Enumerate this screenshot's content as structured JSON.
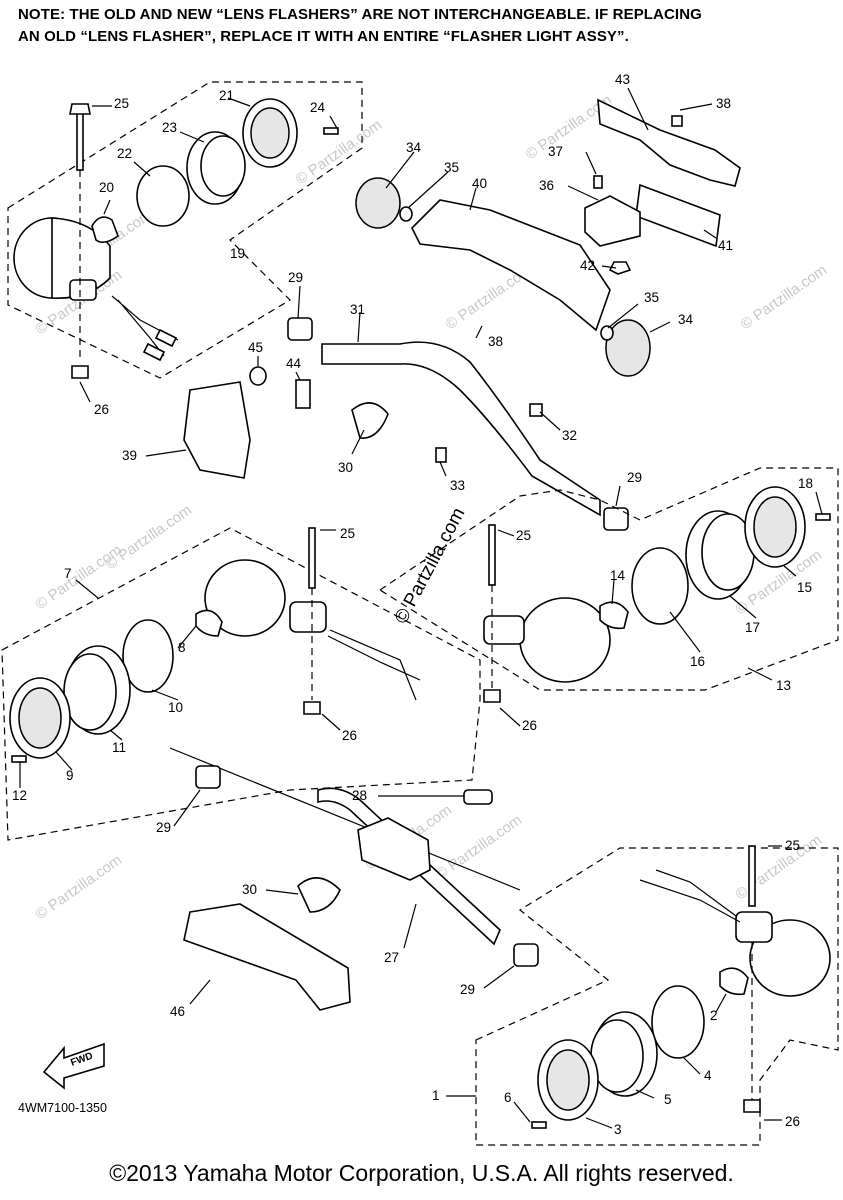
{
  "note": {
    "line1": "NOTE: THE OLD AND NEW “LENS FLASHERS” ARE NOT INTERCHANGEABLE. IF REPLACING",
    "line2": "AN OLD “LENS FLASHER”, REPLACE IT WITH AN ENTIRE “FLASHER LIGHT ASSY”."
  },
  "diagram_code": "4WM7100-1350",
  "fwd_label": "FWD",
  "watermark": "© Partzilla.com",
  "watermark_main": "© Partzilla.com",
  "copyright": "©2013 Yamaha Motor Corporation, U.S.A. All rights reserved.",
  "callouts": [
    {
      "id": "c25a",
      "text": "25"
    },
    {
      "id": "c21",
      "text": "21"
    },
    {
      "id": "c24",
      "text": "24"
    },
    {
      "id": "c23",
      "text": "23"
    },
    {
      "id": "c22",
      "text": "22"
    },
    {
      "id": "c20",
      "text": "20"
    },
    {
      "id": "c19",
      "text": "19"
    },
    {
      "id": "c26a",
      "text": "26"
    },
    {
      "id": "c43",
      "text": "43"
    },
    {
      "id": "c38a",
      "text": "38"
    },
    {
      "id": "c37",
      "text": "37"
    },
    {
      "id": "c36",
      "text": "36"
    },
    {
      "id": "c34a",
      "text": "34"
    },
    {
      "id": "c35a",
      "text": "35"
    },
    {
      "id": "c40",
      "text": "40"
    },
    {
      "id": "c41",
      "text": "41"
    },
    {
      "id": "c42",
      "text": "42"
    },
    {
      "id": "c35b",
      "text": "35"
    },
    {
      "id": "c34b",
      "text": "34"
    },
    {
      "id": "c38b",
      "text": "38"
    },
    {
      "id": "c29a",
      "text": "29"
    },
    {
      "id": "c31",
      "text": "31"
    },
    {
      "id": "c45",
      "text": "45"
    },
    {
      "id": "c44",
      "text": "44"
    },
    {
      "id": "c39",
      "text": "39"
    },
    {
      "id": "c30a",
      "text": "30"
    },
    {
      "id": "c33",
      "text": "33"
    },
    {
      "id": "c32",
      "text": "32"
    },
    {
      "id": "c29b",
      "text": "29"
    },
    {
      "id": "c18",
      "text": "18"
    },
    {
      "id": "c15",
      "text": "15"
    },
    {
      "id": "c17",
      "text": "17"
    },
    {
      "id": "c16",
      "text": "16"
    },
    {
      "id": "c14",
      "text": "14"
    },
    {
      "id": "c13",
      "text": "13"
    },
    {
      "id": "c25b",
      "text": "25"
    },
    {
      "id": "c25c",
      "text": "25"
    },
    {
      "id": "c26b",
      "text": "26"
    },
    {
      "id": "c7",
      "text": "7"
    },
    {
      "id": "c8",
      "text": "8"
    },
    {
      "id": "c10",
      "text": "10"
    },
    {
      "id": "c11",
      "text": "11"
    },
    {
      "id": "c9",
      "text": "9"
    },
    {
      "id": "c12",
      "text": "12"
    },
    {
      "id": "c26c",
      "text": "26"
    },
    {
      "id": "c28",
      "text": "28"
    },
    {
      "id": "c29c",
      "text": "29"
    },
    {
      "id": "c30b",
      "text": "30"
    },
    {
      "id": "c27",
      "text": "27"
    },
    {
      "id": "c29d",
      "text": "29"
    },
    {
      "id": "c46",
      "text": "46"
    },
    {
      "id": "c25d",
      "text": "25"
    },
    {
      "id": "c2",
      "text": "2"
    },
    {
      "id": "c4",
      "text": "4"
    },
    {
      "id": "c5",
      "text": "5"
    },
    {
      "id": "c1",
      "text": "1"
    },
    {
      "id": "c6",
      "text": "6"
    },
    {
      "id": "c3",
      "text": "3"
    },
    {
      "id": "c26d",
      "text": "26"
    }
  ]
}
